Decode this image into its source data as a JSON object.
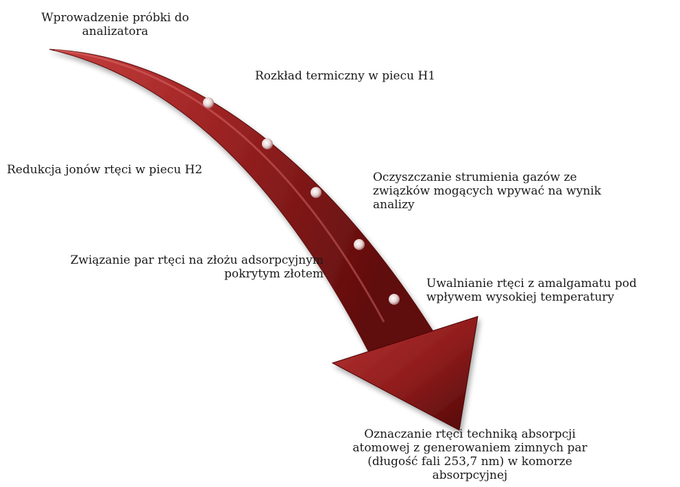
{
  "diagram": {
    "colors": {
      "arrow_light": "#c8403f",
      "arrow_main": "#9e2424",
      "arrow_dark": "#5e0c0c",
      "bead": "#e8d4d4"
    },
    "steps": [
      {
        "text": "Wprowadzenie próbki do\nanalizatora"
      },
      {
        "text": "Rozkład termiczny w piecu H1"
      },
      {
        "text": "Redukcja jonów rtęci w piecu H2"
      },
      {
        "text": "Oczyszczanie strumienia gazów ze\nzwiązków mogących wpywać na wynik\nanalizy"
      },
      {
        "text": "Związanie par rtęci na złożu adsorpcyjnym\npokrytym złotem"
      },
      {
        "text": "Uwalnianie rtęci z amalgamatu pod\nwpływem wysokiej temperatury"
      },
      {
        "text": "Oznaczanie rtęci techniką absorpcji\natomowej z generowaniem zimnych par\n(długość fali 253,7 nm) w komorze\nabsorpcyjnej"
      }
    ]
  }
}
